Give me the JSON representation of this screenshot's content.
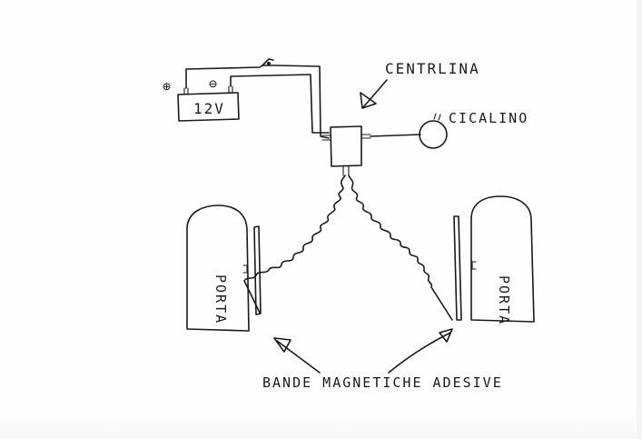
{
  "diagram": {
    "battery": {
      "voltage": "12V",
      "positive_symbol": "⊕",
      "negative_symbol": "⊖"
    },
    "control_unit": {
      "label": "CENTRLINA"
    },
    "buzzer": {
      "label": "CICALINO"
    },
    "doors": [
      {
        "label": "PORTA"
      },
      {
        "label": "PORTA"
      }
    ],
    "caption": {
      "label": "BANDE MAGNETICHE ADESIVE"
    }
  },
  "colors": {
    "ink": "#1a1a1a",
    "paper": "#fefefe"
  }
}
